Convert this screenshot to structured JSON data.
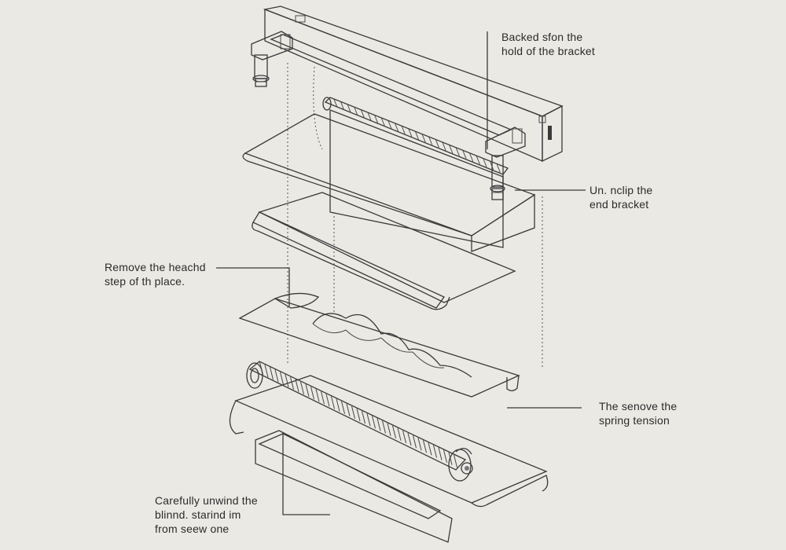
{
  "labels": {
    "top_right": [
      "Backed sfon the",
      "hold of the bracket"
    ],
    "right_mid": [
      "Un. nclip the",
      "end bracket"
    ],
    "left_mid": [
      "Remove the heachd",
      "step of th place."
    ],
    "right_low": [
      "The senove the",
      "spring tension"
    ],
    "bottom_left": [
      "Carefully unwind the",
      "blinnd. starind im",
      "from seew one"
    ]
  },
  "colors": {
    "background": "#ebe9e4",
    "line": "#3a3a3a",
    "panel_light": "#f4f3ef",
    "panel_gray": "#d4d4d4",
    "panel_dark": "#bdbdbd"
  }
}
